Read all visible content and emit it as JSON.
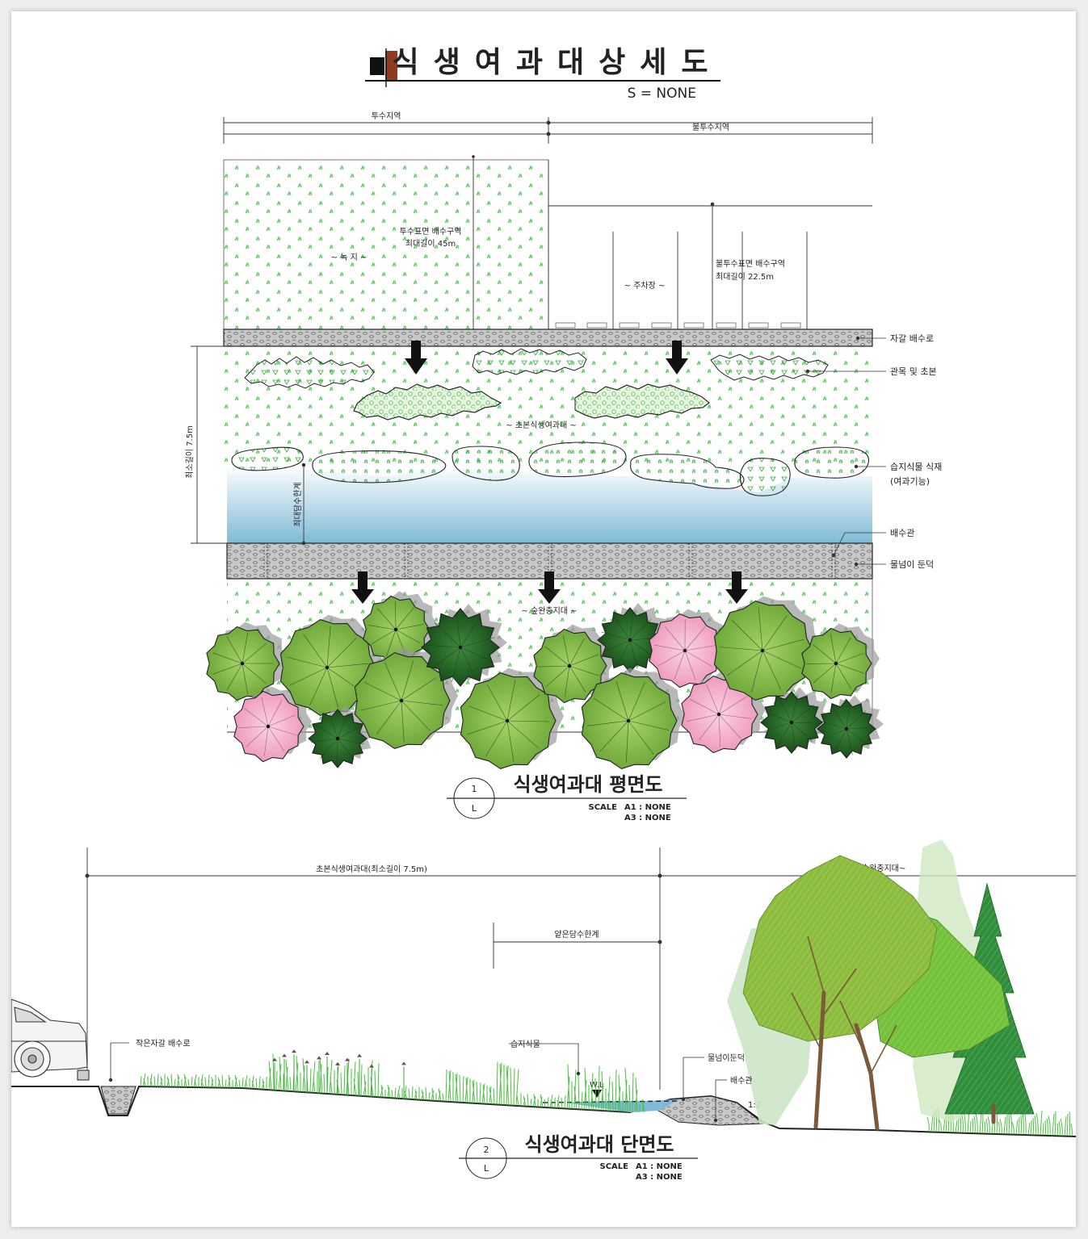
{
  "title": {
    "main": "식생여과대상세도",
    "scale": "S = NONE"
  },
  "plan": {
    "dims": {
      "pervious_zone": "투수지역",
      "impervious_zone": "불투수지역",
      "min_length": "최소길이 7.5m",
      "max_ponding": "최대담수한계"
    },
    "areas": {
      "green": "~ 녹 지 ~",
      "pervious_drain_1": "투수표면 배수구역",
      "pervious_drain_2": "최대길이 45m",
      "parking": "~ 주차장 ~",
      "impervious_drain_1": "불투수표면 배수구역",
      "impervious_drain_2": "최대길이 22.5m",
      "grass_strip": "~ 초본식생여과대 ~",
      "buffer": "~ 숲완충지대 ~"
    },
    "callouts": {
      "gravel_drain": "자갈 배수로",
      "shrubs": "관목 및 초본",
      "wetland_1": "습지식물 식재",
      "wetland_2": "(여과기능)",
      "drain_pipe": "배수관",
      "berm": "물넘이 둔덕"
    },
    "label": {
      "num": "1",
      "sheet": "L",
      "title": "식생여과대 평면도",
      "scale_word": "SCALE",
      "a1": "A1 : NONE",
      "a3": "A3 : NONE"
    }
  },
  "section": {
    "dims": {
      "grass_strip": "초본식생여과대(최소길이 7.5m)",
      "shallow_ponding": "얕은담수한계",
      "buffer": "~숲완충지대~"
    },
    "callouts": {
      "small_gravel": "작은자갈 배수로",
      "wetland": "습지식물",
      "berm": "물넘이둔덕",
      "drain_pipe": "배수관",
      "wl": "W.L",
      "slope": "1:2"
    },
    "label": {
      "num": "2",
      "sheet": "L",
      "title": "식생여과대 단면도",
      "scale_word": "SCALE",
      "a1": "A1 : NONE",
      "a3": "A3 : NONE"
    }
  },
  "colors": {
    "grass": "#3fbf3f",
    "water": "#7fbad6",
    "tree_light": "#8bc34a",
    "tree_dark": "#1f5e1f",
    "blossom": "#f2a6c4"
  }
}
